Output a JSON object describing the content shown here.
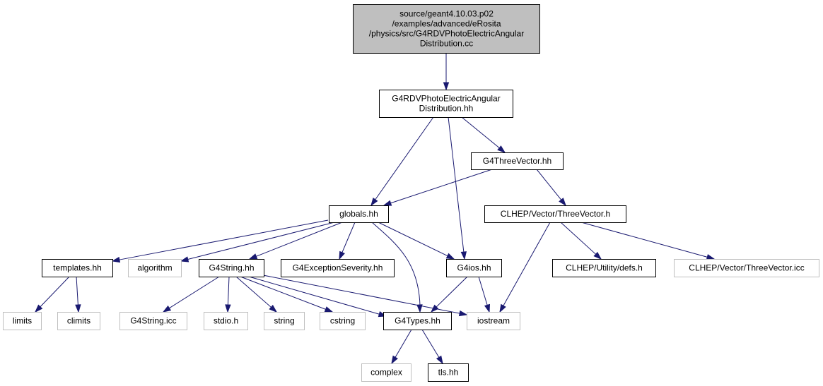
{
  "nodes": {
    "root": {
      "lines": [
        "source/geant4.10.03.p02",
        "/examples/advanced/eRosita",
        "/physics/src/G4RDVPhotoElectricAngular",
        "Distribution.cc"
      ]
    },
    "angular_hh": {
      "lines": [
        "G4RDVPhotoElectricAngular",
        "Distribution.hh"
      ]
    },
    "threevector_hh": {
      "lines": [
        "G4ThreeVector.hh"
      ]
    },
    "globals_hh": {
      "lines": [
        "globals.hh"
      ]
    },
    "clhep_threevector_h": {
      "lines": [
        "CLHEP/Vector/ThreeVector.h"
      ]
    },
    "templates_hh": {
      "lines": [
        "templates.hh"
      ]
    },
    "algorithm": {
      "lines": [
        "algorithm"
      ]
    },
    "g4string_hh": {
      "lines": [
        "G4String.hh"
      ]
    },
    "exception_severity_hh": {
      "lines": [
        "G4ExceptionSeverity.hh"
      ]
    },
    "g4ios_hh": {
      "lines": [
        "G4ios.hh"
      ]
    },
    "clhep_defs_h": {
      "lines": [
        "CLHEP/Utility/defs.h"
      ]
    },
    "clhep_threevector_icc": {
      "lines": [
        "CLHEP/Vector/ThreeVector.icc"
      ]
    },
    "limits": {
      "lines": [
        "limits"
      ]
    },
    "climits": {
      "lines": [
        "climits"
      ]
    },
    "g4string_icc": {
      "lines": [
        "G4String.icc"
      ]
    },
    "stdio_h": {
      "lines": [
        "stdio.h"
      ]
    },
    "string": {
      "lines": [
        "string"
      ]
    },
    "cstring": {
      "lines": [
        "cstring"
      ]
    },
    "g4types_hh": {
      "lines": [
        "G4Types.hh"
      ]
    },
    "iostream": {
      "lines": [
        "iostream"
      ]
    },
    "complex": {
      "lines": [
        "complex"
      ]
    },
    "tls_hh": {
      "lines": [
        "tls.hh"
      ]
    }
  },
  "colors": {
    "edge": "#191970",
    "root_fill": "#bfbfbf",
    "external_border": "#bfbfbf",
    "internal_border": "#000000"
  }
}
